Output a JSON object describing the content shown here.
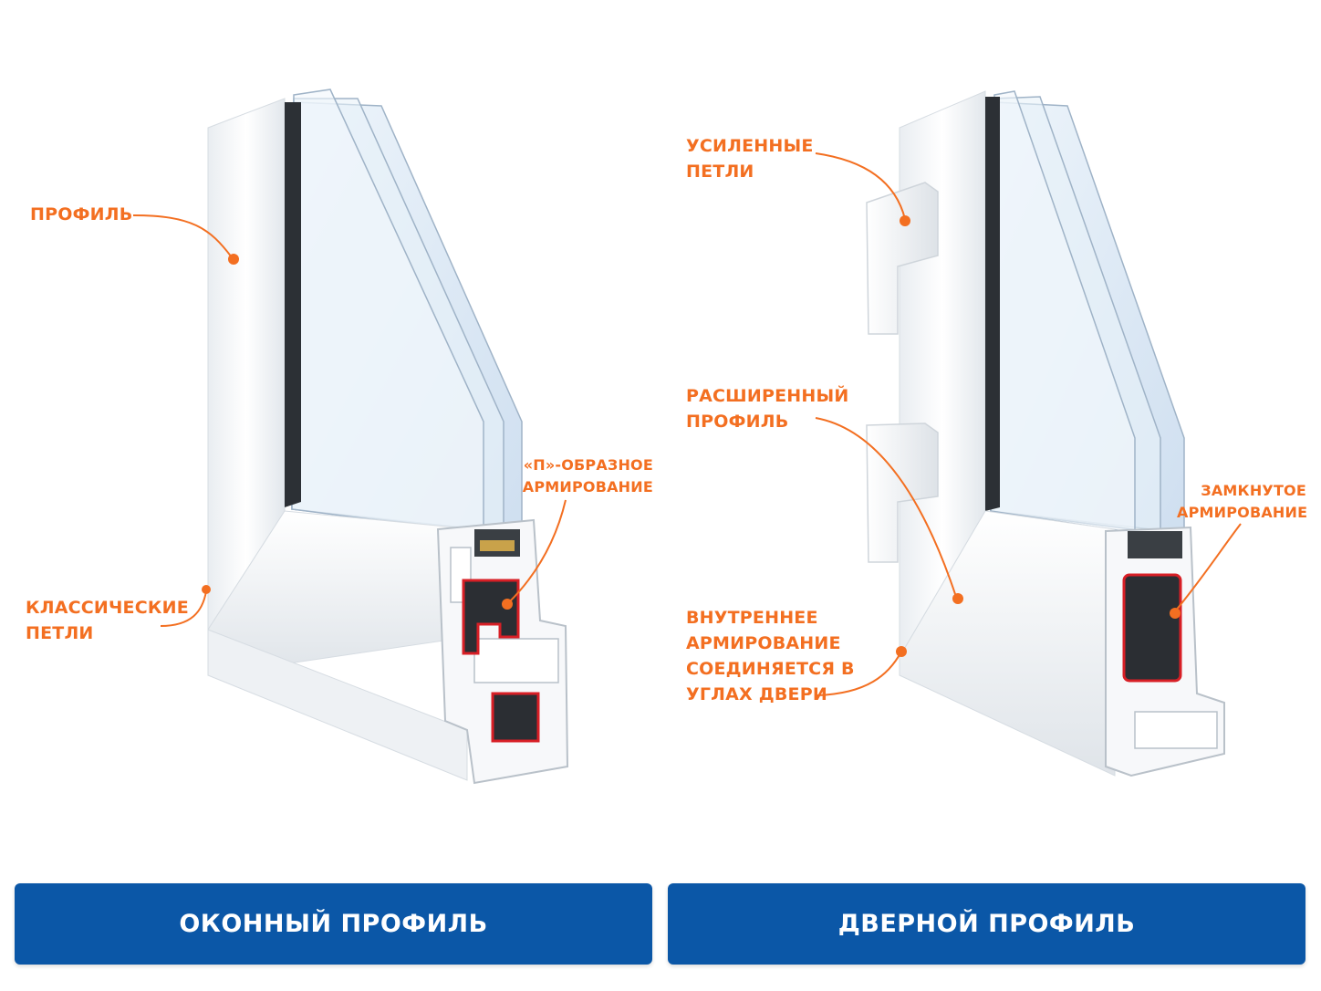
{
  "window_diagram": {
    "callouts": {
      "profile": "ПРОФИЛЬ",
      "hinges": "КЛАССИЧЕСКИЕ\nПЕТЛИ",
      "reinforcement": "«П»-ОБРАЗНОЕ\nАРМИРОВАНИЕ"
    },
    "button_label": "ОКОННЫЙ ПРОФИЛЬ"
  },
  "door_diagram": {
    "callouts": {
      "hinges": "УСИЛЕННЫЕ\nПЕТЛИ",
      "wide_profile": "РАСШИРЕННЫЙ\nПРОФИЛЬ",
      "inner_reinforcement": "ВНУТРЕННЕЕ\nАРМИРОВАНИЕ\nСОЕДИНЯЕТСЯ В\nУГЛАХ ДВЕРИ",
      "closed_reinforcement": "ЗАМКНУТОЕ\nАРМИРОВАНИЕ"
    },
    "button_label": "ДВЕРНОЙ ПРОФИЛЬ"
  },
  "colors": {
    "accent": "#f36f21",
    "button": "#0b57a7",
    "reinforcement": "#d81f26",
    "pvc": "#f4f6f8",
    "glass": "#e3eef8"
  }
}
